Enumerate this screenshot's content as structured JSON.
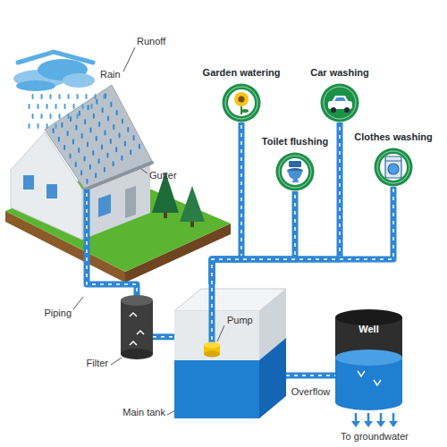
{
  "diagram": {
    "nodes": [
      {
        "text": [
          "Garden watering"
        ]
      },
      {
        "text": [
          "Car washing"
        ]
      },
      {
        "text": [
          "Toilet flushing"
        ]
      },
      {
        "text": [
          "Clothes washing"
        ]
      },
      {
        "text": [
          "Filter"
        ]
      },
      {
        "text": [
          "Main tank"
        ]
      },
      {
        "text": [
          "Well"
        ]
      }
    ],
    "edges": [
      {
        "from": 4,
        "to": 5,
        "arrow": "none"
      },
      {
        "from": 5,
        "to": 0,
        "arrow": "none"
      },
      {
        "from": 5,
        "to": 1,
        "arrow": "none"
      },
      {
        "from": 5,
        "to": 2,
        "arrow": "none"
      },
      {
        "from": 5,
        "to": 3,
        "arrow": "none"
      },
      {
        "from": 5,
        "to": 6,
        "label": "Overflow",
        "arrow": "none"
      }
    ],
    "labels": [
      "Rain",
      "Runoff",
      "Gutter",
      "Piping",
      "Pump",
      "To groundwater"
    ]
  }
}
